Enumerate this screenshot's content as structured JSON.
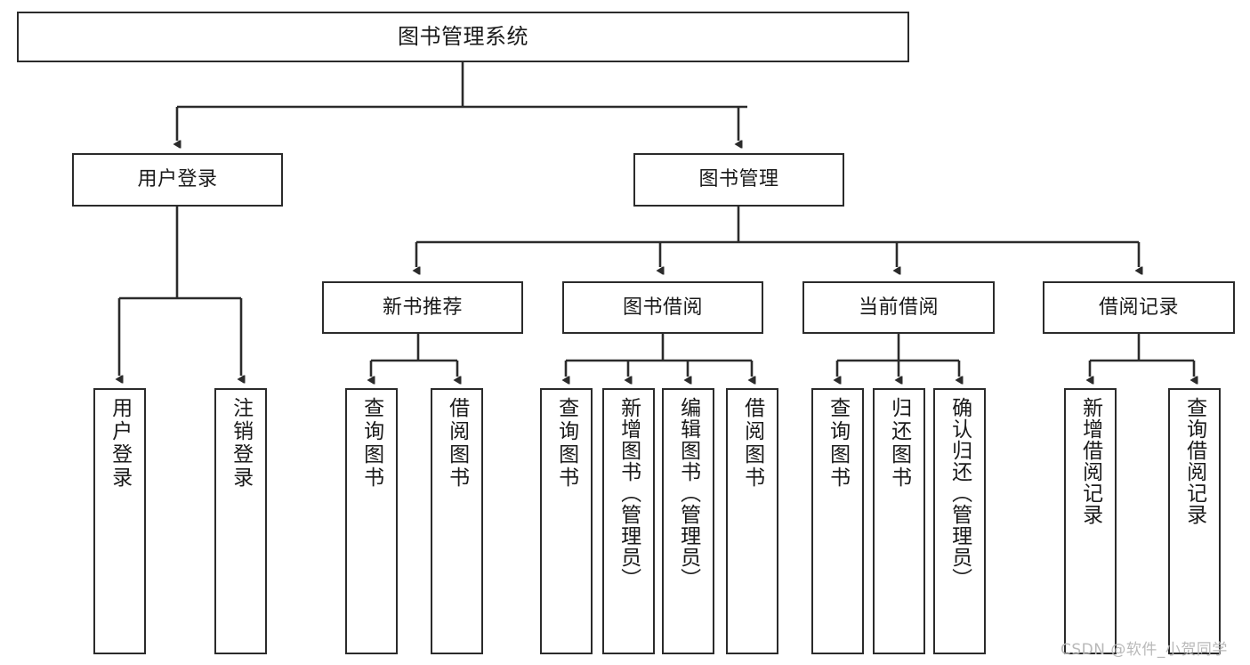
{
  "diagram": {
    "title": "图书管理系统",
    "type": "tree-hierarchy",
    "stroke_color": "#2b2b2b",
    "text_color": "#1a1a1a",
    "background_color": "#ffffff"
  },
  "root": {
    "label": "图书管理系统"
  },
  "level2": [
    {
      "label": "用户登录"
    },
    {
      "label": "图书管理"
    }
  ],
  "level3": [
    {
      "label": "新书推荐"
    },
    {
      "label": "图书借阅"
    },
    {
      "label": "当前借阅"
    },
    {
      "label": "借阅记录"
    }
  ],
  "leaves": {
    "user_login": [
      {
        "label": "用户登录"
      },
      {
        "label": "注销登录"
      }
    ],
    "new_book_recommend": [
      {
        "label": "查询图书"
      },
      {
        "label": "借阅图书"
      }
    ],
    "book_borrow": [
      {
        "label": "查询图书"
      },
      {
        "label": "新增图书（管理员）"
      },
      {
        "label": "编辑图书（管理员）"
      },
      {
        "label": "借阅图书"
      }
    ],
    "current_borrow": [
      {
        "label": "查询图书"
      },
      {
        "label": "归还图书"
      },
      {
        "label": "确认归还（管理员）"
      }
    ],
    "borrow_record": [
      {
        "label": "新增借阅记录"
      },
      {
        "label": "查询借阅记录"
      }
    ]
  },
  "watermark": {
    "text": "CSDN @软件_小贺同学"
  }
}
